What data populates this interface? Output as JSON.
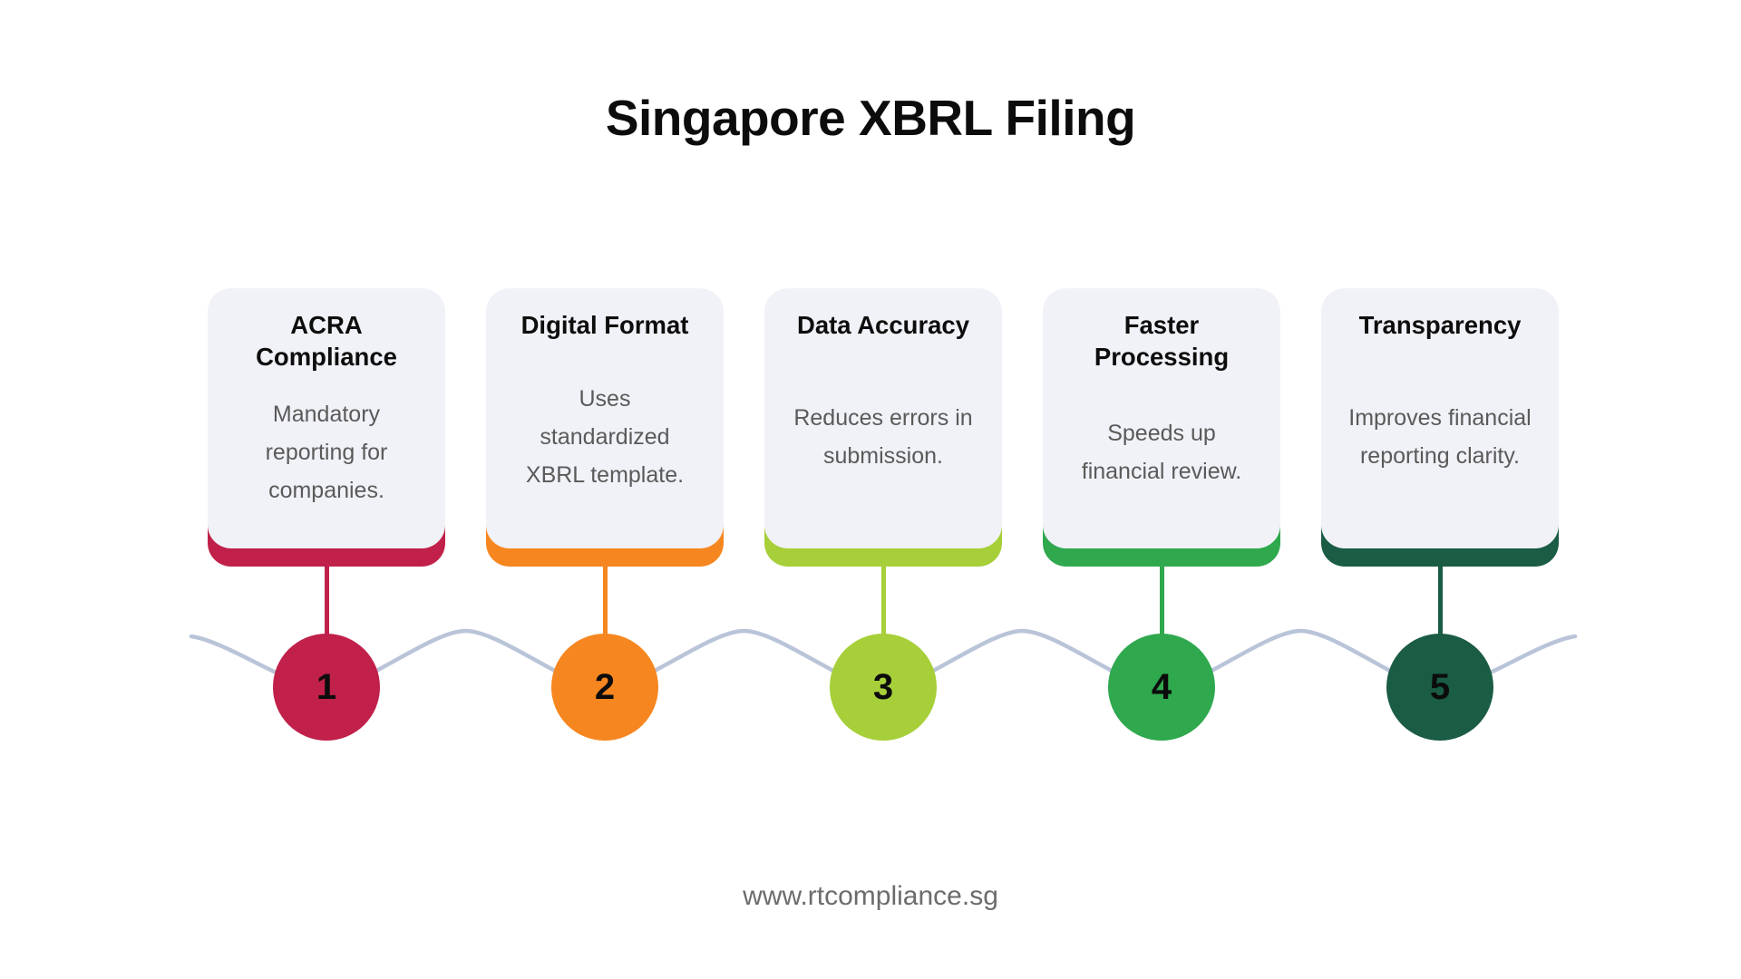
{
  "page": {
    "title": "Singapore XBRL Filing",
    "footer_url": "www.rtcompliance.sg"
  },
  "colors": {
    "background": "#ffffff",
    "card_background": "#f1f2f7",
    "wave_line": "#b9c4d9",
    "heading_text": "#0c0c0c",
    "body_text": "#5a5a5a",
    "footer_text": "#6c6c6c"
  },
  "steps": [
    {
      "number": "1",
      "title": "ACRA\nCompliance",
      "description": "Mandatory\nreporting for\ncompanies.",
      "color": "#c0204a"
    },
    {
      "number": "2",
      "title": "Digital Format",
      "description": "Uses\nstandardized\nXBRL template.",
      "color": "#f6861f"
    },
    {
      "number": "3",
      "title": "Data Accuracy",
      "description": "Reduces errors in\nsubmission.",
      "color": "#a6cf39"
    },
    {
      "number": "4",
      "title": "Faster\nProcessing",
      "description": "Speeds up\nfinancial review.",
      "color": "#2fa84e"
    },
    {
      "number": "5",
      "title": "Transparency",
      "description": "Improves financial\nreporting clarity.",
      "color": "#1a5c44"
    }
  ]
}
